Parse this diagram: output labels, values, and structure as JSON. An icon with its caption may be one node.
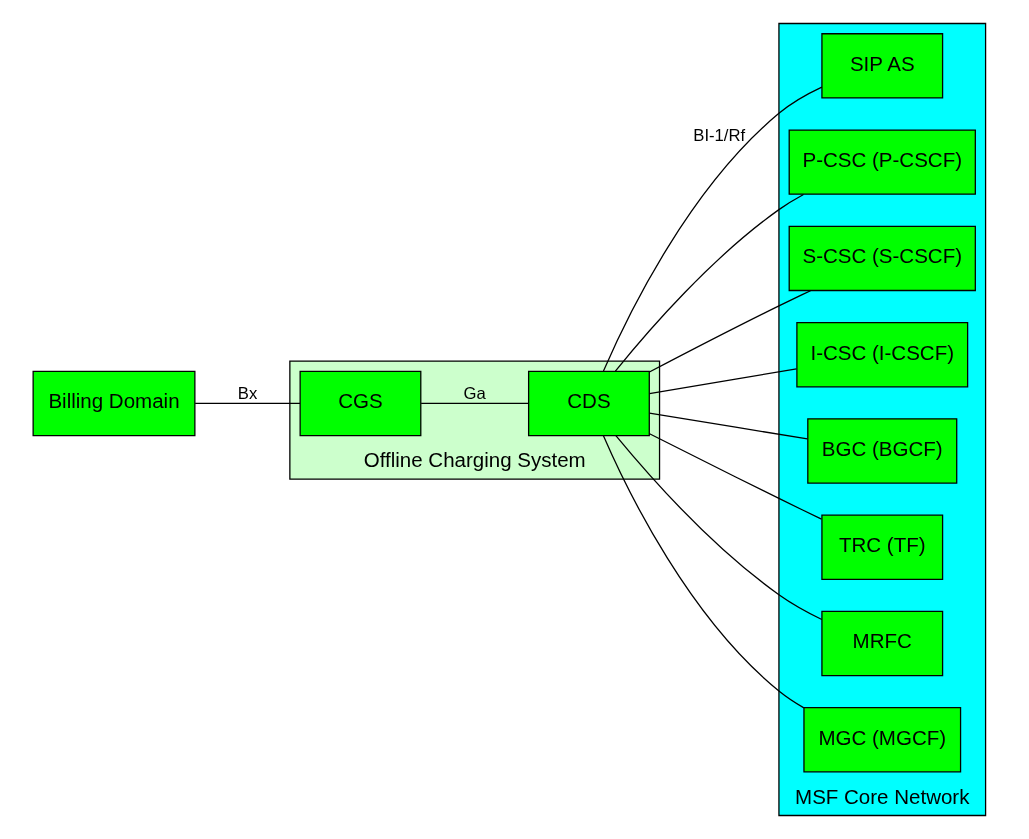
{
  "diagram": {
    "nodes": [
      {
        "text": [
          "Billing Domain"
        ]
      },
      {
        "text": [
          "Offline Charging System"
        ]
      },
      {
        "text": [
          "CGS"
        ],
        "in": 1
      },
      {
        "text": [
          "CDS"
        ],
        "in": 1
      },
      {
        "text": [
          "MSF Core Network"
        ]
      },
      {
        "text": [
          "SIP AS"
        ],
        "in": 4
      },
      {
        "text": [
          "P-CSC (P-CSCF)"
        ],
        "in": 4
      },
      {
        "text": [
          "S-CSC (S-CSCF)"
        ],
        "in": 4
      },
      {
        "text": [
          "I-CSC (I-CSCF)"
        ],
        "in": 4
      },
      {
        "text": [
          "BGC (BGCF)"
        ],
        "in": 4
      },
      {
        "text": [
          "TRC (TF)"
        ],
        "in": 4
      },
      {
        "text": [
          "MRFC"
        ],
        "in": 4
      },
      {
        "text": [
          "MGC (MGCF)"
        ],
        "in": 4
      }
    ],
    "edges": [
      {
        "from": 0,
        "to": 2,
        "arrow": "none",
        "label": "Bx"
      },
      {
        "from": 2,
        "to": 3,
        "arrow": "none",
        "label": "Ga"
      },
      {
        "from": 3,
        "to": 5,
        "arrow": "none",
        "label": "BI-1/Rf"
      },
      {
        "from": 3,
        "to": 6,
        "arrow": "none"
      },
      {
        "from": 3,
        "to": 7,
        "arrow": "none"
      },
      {
        "from": 3,
        "to": 8,
        "arrow": "none"
      },
      {
        "from": 3,
        "to": 9,
        "arrow": "none"
      },
      {
        "from": 3,
        "to": 10,
        "arrow": "none"
      },
      {
        "from": 3,
        "to": 11,
        "arrow": "none"
      },
      {
        "from": 3,
        "to": 12,
        "arrow": "none"
      }
    ]
  }
}
